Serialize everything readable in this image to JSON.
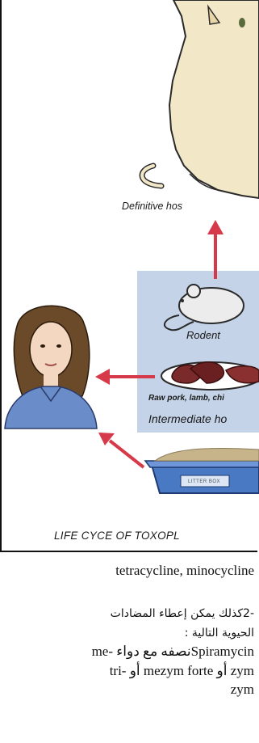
{
  "figure": {
    "definitive_host_label": "Definitive hos",
    "rodent_label": "Rodent",
    "raw_meat_label": "Raw pork, lamb, chi",
    "intermediate_host_label": "Intermediate ho",
    "litter_box_label": "LITTER BOX",
    "caption": "LIFE CYCE OF TOXOPL",
    "colors": {
      "arrow": "#d63a4a",
      "background_panel": "#c4d3e8",
      "litter_box": "#4a79c4",
      "meat": "#7a2a2a"
    }
  },
  "text": {
    "line1": "tetracycline, minocycline",
    "line2": "-2كذلك يمكن إعطاء المضادات",
    "line3": "الحيوية التالية :",
    "line4": "Spiramycinنصفه مع دواء -me",
    "line5": "zym أو mezym forte أو -tri",
    "line6": "zym"
  }
}
